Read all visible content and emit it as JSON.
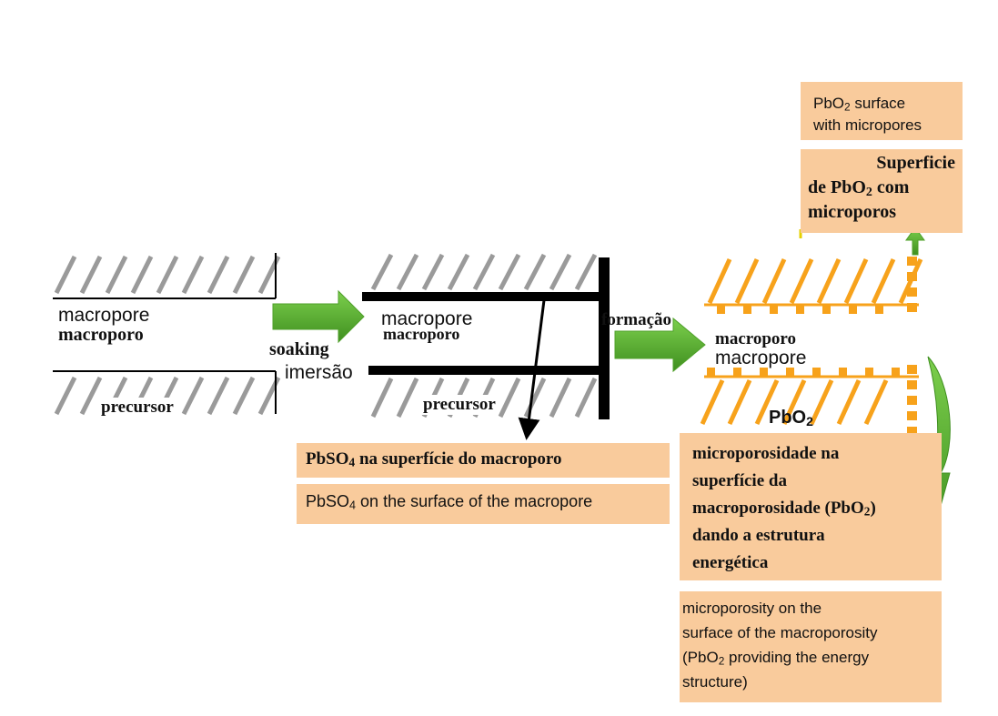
{
  "stage1": {
    "macropore_en": "macropore",
    "macropore_pt": "macroporo",
    "precursor": "precursor"
  },
  "arrow1": {
    "label_en": "soaking",
    "label_pt": "imersão"
  },
  "stage2": {
    "macropore_en": "macropore",
    "macropore_pt": "macroporo",
    "precursor": "precursor"
  },
  "arrow2": {
    "label_pt": "formação"
  },
  "stage3": {
    "macropore_pt": "macroporo",
    "macropore_en": "macropore",
    "material_prefix": "PbO",
    "material_sub": "2"
  },
  "boxes": {
    "surface_en": {
      "prefix": "PbO",
      "sub": "2",
      "line1_rest": " surface",
      "line2": "with micropores"
    },
    "surface_pt": {
      "line1": "Superficie",
      "line2_prefix": "de PbO",
      "line2_sub": "2",
      "line2_rest": " com",
      "line3": "microporos"
    },
    "pbso4_pt": {
      "prefix": "PbSO",
      "sub": "4",
      "rest": " na superfície do macroporo"
    },
    "pbso4_en": {
      "prefix": "PbSO",
      "sub": "4",
      "rest": " on the surface of the macropore"
    },
    "micro_pt": {
      "line1": "microporosidade na",
      "line2": "superfície da",
      "line3_prefix": "macroporosidade (PbO",
      "line3_sub": "2",
      "line3_rest": ")",
      "line4": "dando a estrutura",
      "line5": "energética"
    },
    "micro_en": {
      "line1": "microporosity on the",
      "line2": "surface of the macroporosity",
      "line3_prefix": "(PbO",
      "line3_sub": "2",
      "line3_rest": " providing the energy",
      "line4": "structure)"
    }
  },
  "colors": {
    "box": "#f9cb9c",
    "arrow": "#4fa02a",
    "orange": "#f7a21b",
    "hatch": "#9a9a9a"
  }
}
